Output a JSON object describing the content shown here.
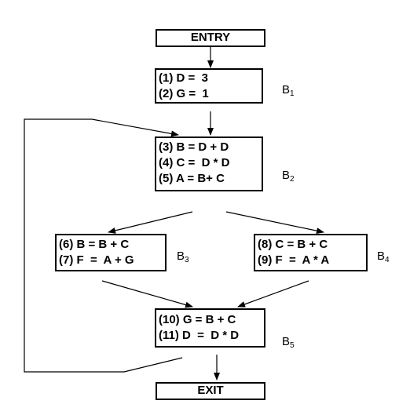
{
  "entry": "ENTRY",
  "exit": "EXIT",
  "blocks": [
    {
      "label": "B",
      "sub": "1",
      "lines": [
        "(1) D =  3",
        "(2) G =  1"
      ]
    },
    {
      "label": "B",
      "sub": "2",
      "lines": [
        "(3) B = D + D",
        "(4) C =  D * D",
        "(5) A = B+ C"
      ]
    },
    {
      "label": "B",
      "sub": "3",
      "lines": [
        "(6) B = B + C",
        "(7) F  =  A + G"
      ]
    },
    {
      "label": "B",
      "sub": "4",
      "lines": [
        "(8) C = B + C",
        "(9) F  =  A * A"
      ]
    },
    {
      "label": "B",
      "sub": "5",
      "lines": [
        "(10) G = B + C",
        "(11) D  =  D * D"
      ]
    }
  ]
}
